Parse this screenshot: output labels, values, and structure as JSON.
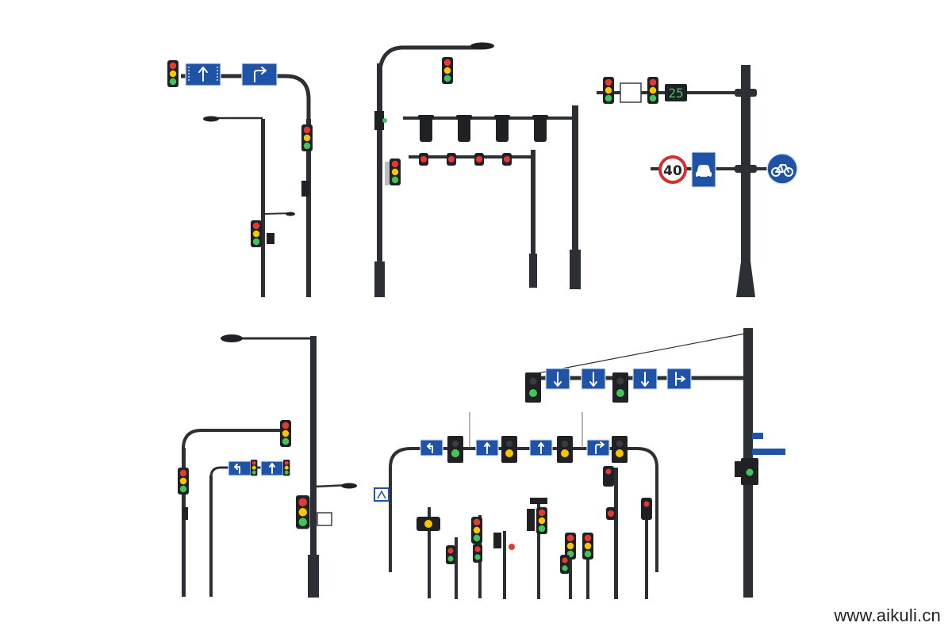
{
  "watermark": "www.aikuli.cn",
  "signs": {
    "speed_limit": "40",
    "countdown": "25"
  },
  "colors": {
    "pole": "#2c2f33",
    "housing": "#1f2124",
    "red": "#e53935",
    "yellow": "#f7c600",
    "green": "#43c35a",
    "sign_blue": "#1f53a8",
    "countdown_digits": "#43c35a"
  },
  "icons": [
    "arrow-up-icon",
    "arrow-right-turn-icon",
    "arrow-left-turn-icon",
    "arrow-down-icon",
    "car-icon",
    "bicycle-icon",
    "pedestrian-crossing-icon",
    "street-lamp-icon"
  ]
}
